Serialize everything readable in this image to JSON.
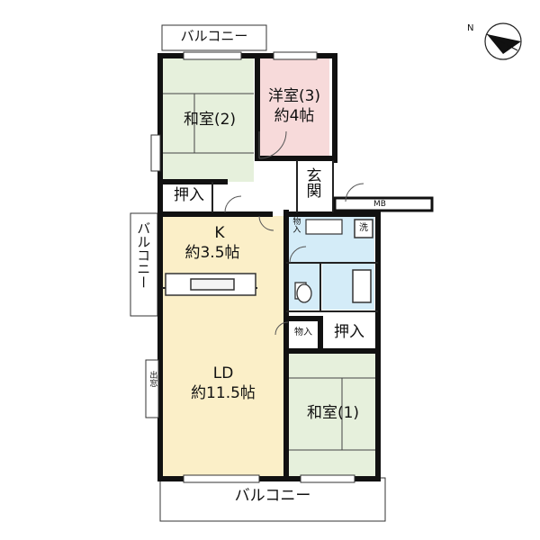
{
  "colors": {
    "washitsu": "#e6f0dc",
    "yoshitsu": "#f7dada",
    "ldk": "#fbefc8",
    "water": "#d4ecf8",
    "wall": "#111111"
  },
  "rooms": {
    "washitsu2": "和室(2)",
    "yoshitsu3_name": "洋室(3)",
    "yoshitsu3_size": "約4帖",
    "genkan": "玄関",
    "oshiire_top": "押入",
    "k_name": "K",
    "k_size": "約3.5帖",
    "ld_name": "LD",
    "ld_size": "約11.5帖",
    "washitsu1": "和室(1)",
    "oshiire_right": "押入",
    "monoire_top": "物入",
    "monoire_mid": "物入",
    "sentaku": "洗",
    "mb": "MB",
    "demado": "出窓"
  },
  "balconies": {
    "top": "バルコニー",
    "left": "バルコニー",
    "bottom": "バルコニー"
  },
  "compass": {
    "north_label": "N",
    "icon": "north-arrow-icon"
  }
}
